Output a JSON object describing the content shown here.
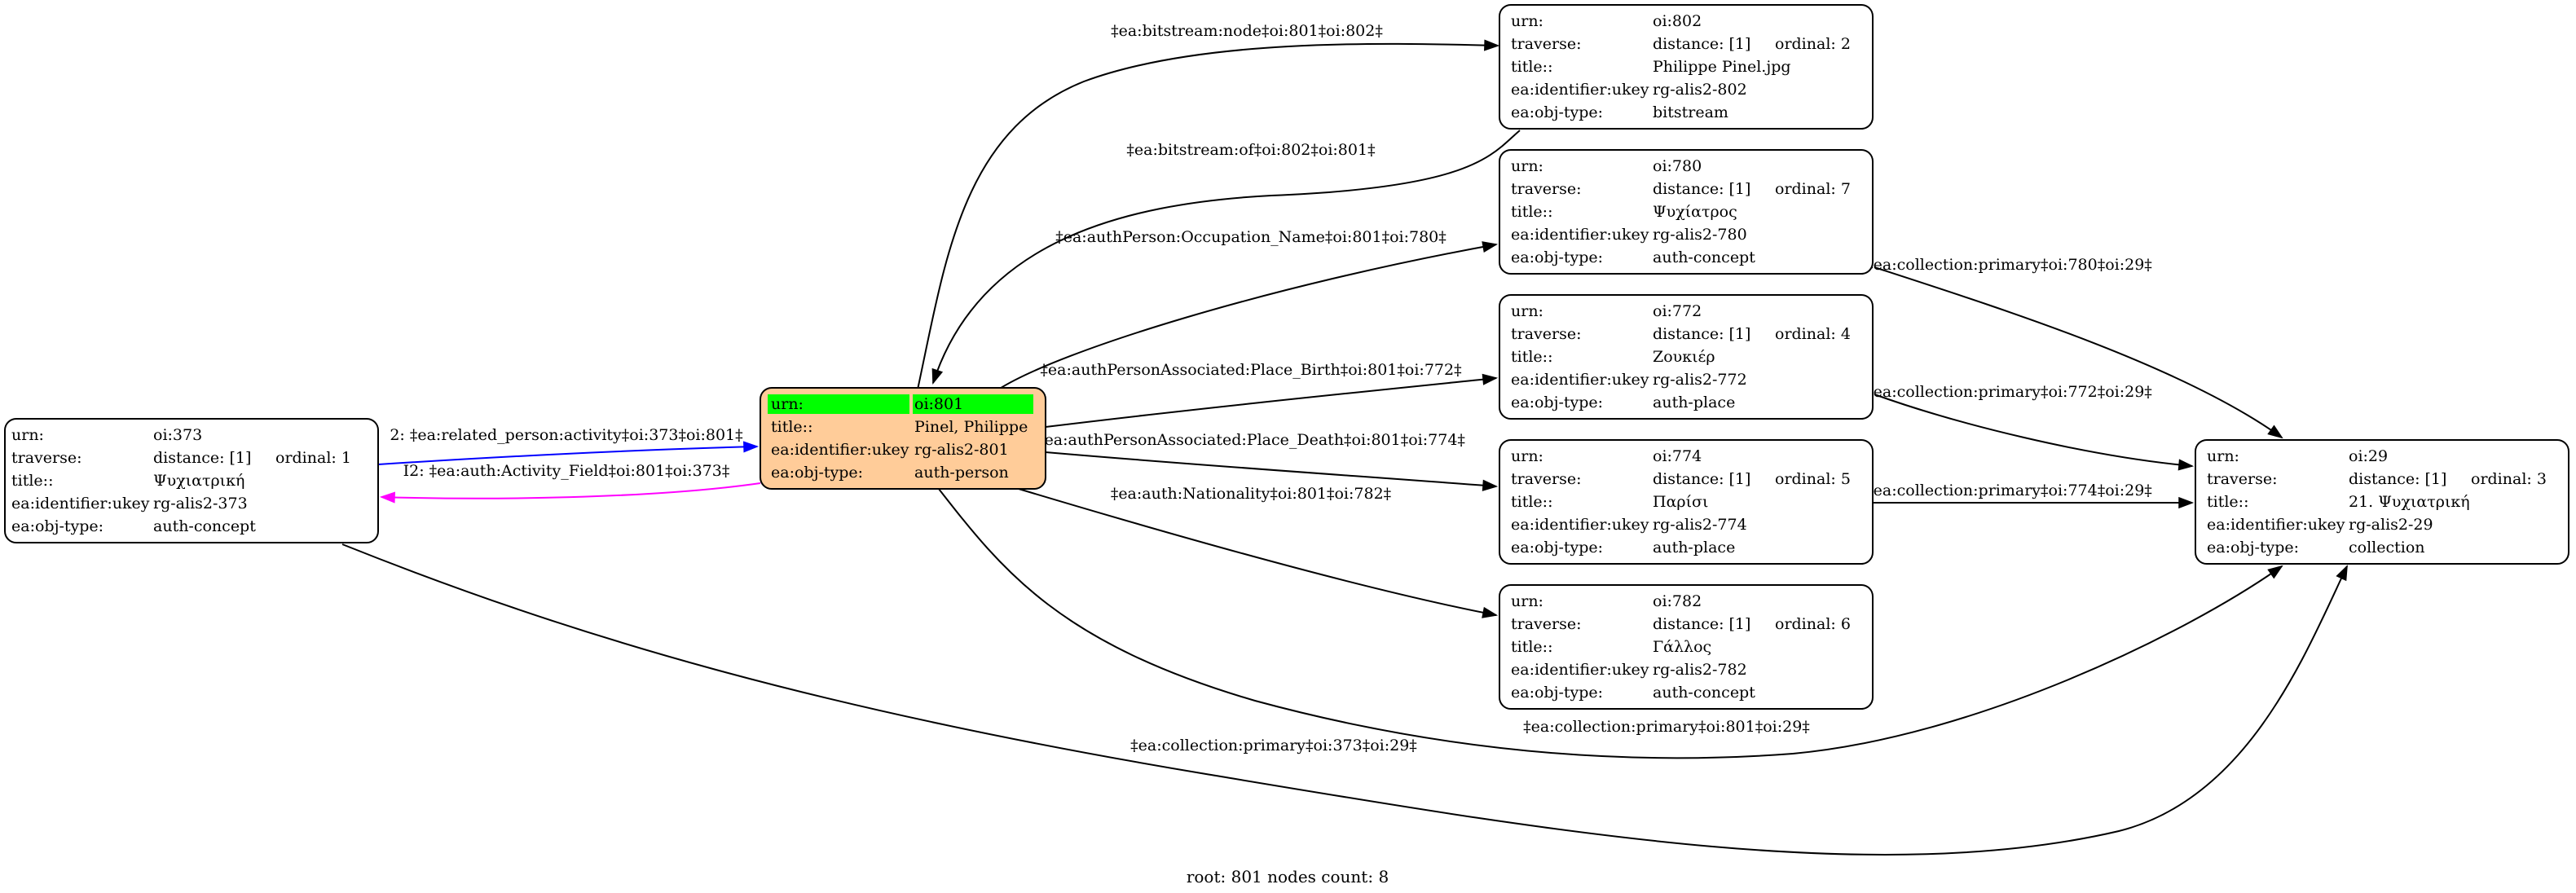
{
  "footer": "root: 801 nodes count: 8",
  "colors": {
    "root_fill": "#ffcc99",
    "highlight": "#00ff00",
    "edge_default": "#000000",
    "edge_blue": "#0000ff",
    "edge_magenta": "#ff00ff"
  },
  "nodes": [
    {
      "id": "n373",
      "is_root": false,
      "rows": [
        [
          "urn:",
          "oi:373",
          ""
        ],
        [
          "traverse:",
          "distance: [1]",
          "ordinal: 1"
        ],
        [
          "title::",
          "Ψυχιατρική",
          ""
        ],
        [
          "ea:identifier:ukey",
          "rg-alis2-373",
          ""
        ],
        [
          "ea:obj-type:",
          "auth-concept",
          ""
        ]
      ]
    },
    {
      "id": "n801",
      "is_root": true,
      "rows": [
        [
          "urn:",
          "oi:801",
          ""
        ],
        [
          "title::",
          "Pinel, Philippe",
          ""
        ],
        [
          "ea:identifier:ukey",
          "rg-alis2-801",
          ""
        ],
        [
          "ea:obj-type:",
          "auth-person",
          ""
        ]
      ]
    },
    {
      "id": "n802",
      "is_root": false,
      "rows": [
        [
          "urn:",
          "oi:802",
          ""
        ],
        [
          "traverse:",
          "distance: [1]",
          "ordinal: 2"
        ],
        [
          "title::",
          "Philippe Pinel.jpg",
          ""
        ],
        [
          "ea:identifier:ukey",
          "rg-alis2-802",
          ""
        ],
        [
          "ea:obj-type:",
          "bitstream",
          ""
        ]
      ]
    },
    {
      "id": "n780",
      "is_root": false,
      "rows": [
        [
          "urn:",
          "oi:780",
          ""
        ],
        [
          "traverse:",
          "distance: [1]",
          "ordinal: 7"
        ],
        [
          "title::",
          "Ψυχίατρος",
          ""
        ],
        [
          "ea:identifier:ukey",
          "rg-alis2-780",
          ""
        ],
        [
          "ea:obj-type:",
          "auth-concept",
          ""
        ]
      ]
    },
    {
      "id": "n772",
      "is_root": false,
      "rows": [
        [
          "urn:",
          "oi:772",
          ""
        ],
        [
          "traverse:",
          "distance: [1]",
          "ordinal: 4"
        ],
        [
          "title::",
          "Ζουκιέρ",
          ""
        ],
        [
          "ea:identifier:ukey",
          "rg-alis2-772",
          ""
        ],
        [
          "ea:obj-type:",
          "auth-place",
          ""
        ]
      ]
    },
    {
      "id": "n774",
      "is_root": false,
      "rows": [
        [
          "urn:",
          "oi:774",
          ""
        ],
        [
          "traverse:",
          "distance: [1]",
          "ordinal: 5"
        ],
        [
          "title::",
          "Παρίσι",
          ""
        ],
        [
          "ea:identifier:ukey",
          "rg-alis2-774",
          ""
        ],
        [
          "ea:obj-type:",
          "auth-place",
          ""
        ]
      ]
    },
    {
      "id": "n782",
      "is_root": false,
      "rows": [
        [
          "urn:",
          "oi:782",
          ""
        ],
        [
          "traverse:",
          "distance: [1]",
          "ordinal: 6"
        ],
        [
          "title::",
          "Γάλλος",
          ""
        ],
        [
          "ea:identifier:ukey",
          "rg-alis2-782",
          ""
        ],
        [
          "ea:obj-type:",
          "auth-concept",
          ""
        ]
      ]
    },
    {
      "id": "n29",
      "is_root": false,
      "rows": [
        [
          "urn:",
          "oi:29",
          ""
        ],
        [
          "traverse:",
          "distance: [1]",
          "ordinal: 3"
        ],
        [
          "title::",
          "21. Ψυχιατρική",
          ""
        ],
        [
          "ea:identifier:ukey",
          "rg-alis2-29",
          ""
        ],
        [
          "ea:obj-type:",
          "collection",
          ""
        ]
      ]
    }
  ],
  "edges": [
    {
      "id": "e-bitstream-node",
      "label": "‡ea:bitstream:node‡oi:801‡oi:802‡",
      "color": "#000000"
    },
    {
      "id": "e-bitstream-of",
      "label": "‡ea:bitstream:of‡oi:802‡oi:801‡",
      "color": "#000000"
    },
    {
      "id": "e-occupation",
      "label": "‡ea:authPerson:Occupation_Name‡oi:801‡oi:780‡",
      "color": "#000000"
    },
    {
      "id": "e-place-birth",
      "label": "‡ea:authPersonAssociated:Place_Birth‡oi:801‡oi:772‡",
      "color": "#000000"
    },
    {
      "id": "e-place-death",
      "label": "‡ea:authPersonAssociated:Place_Death‡oi:801‡oi:774‡",
      "color": "#000000"
    },
    {
      "id": "e-nationality",
      "label": "‡ea:auth:Nationality‡oi:801‡oi:782‡",
      "color": "#000000"
    },
    {
      "id": "e-related-person",
      "label": "2: ‡ea:related_person:activity‡oi:373‡oi:801‡",
      "color": "#0000ff"
    },
    {
      "id": "e-activity-field",
      "label": "I2: ‡ea:auth:Activity_Field‡oi:801‡oi:373‡",
      "color": "#ff00ff"
    },
    {
      "id": "e-coll-780",
      "label": "‡ea:collection:primary‡oi:780‡oi:29‡",
      "color": "#000000"
    },
    {
      "id": "e-coll-772",
      "label": "‡ea:collection:primary‡oi:772‡oi:29‡",
      "color": "#000000"
    },
    {
      "id": "e-coll-774",
      "label": "‡ea:collection:primary‡oi:774‡oi:29‡",
      "color": "#000000"
    },
    {
      "id": "e-coll-801",
      "label": "‡ea:collection:primary‡oi:801‡oi:29‡",
      "color": "#000000"
    },
    {
      "id": "e-coll-373",
      "label": "‡ea:collection:primary‡oi:373‡oi:29‡",
      "color": "#000000"
    }
  ]
}
